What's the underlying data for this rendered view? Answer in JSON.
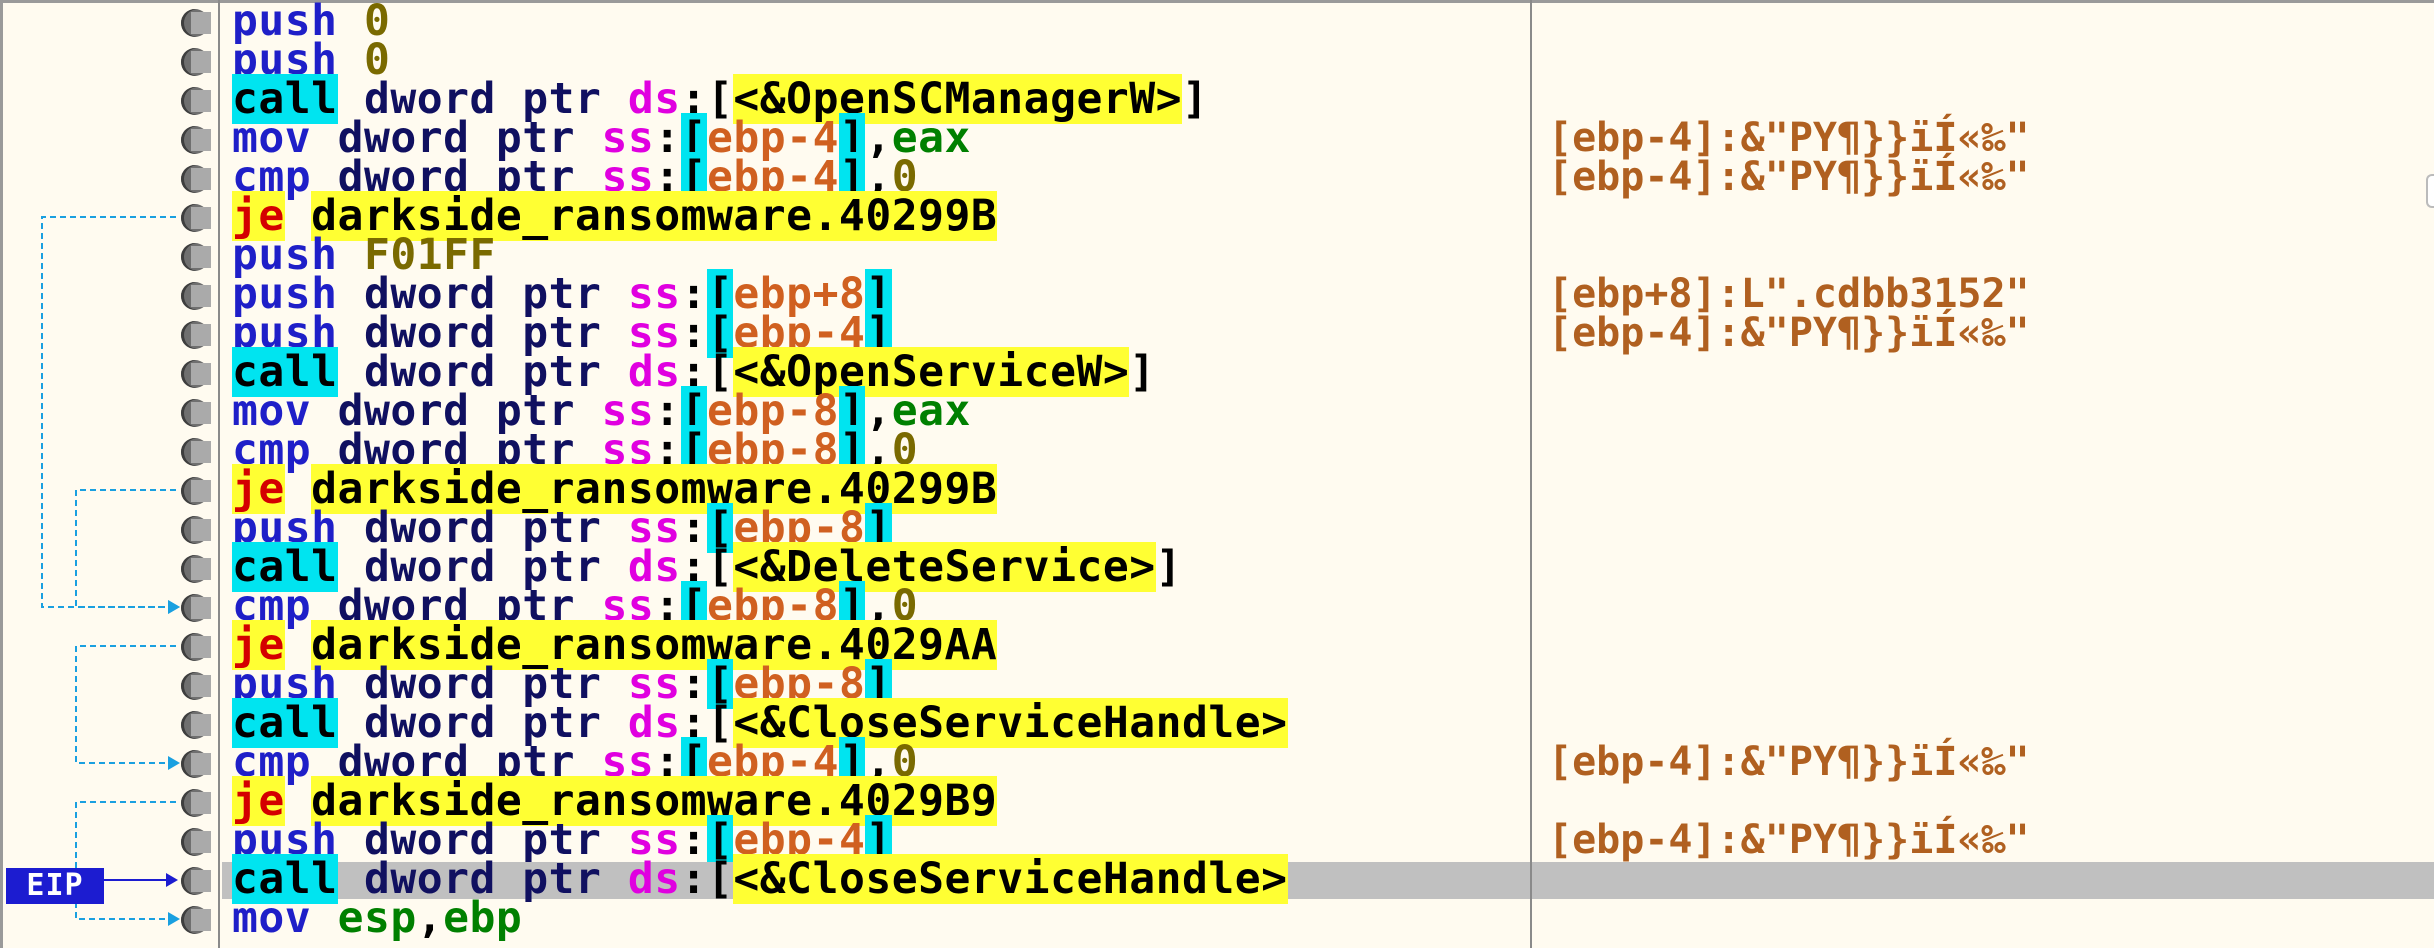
{
  "eip_label": "EIP",
  "rows": [
    {
      "mn": "push",
      "ops": [
        [
          "num",
          "0"
        ]
      ],
      "comment": ""
    },
    {
      "mn": "push",
      "ops": [
        [
          "num",
          "0"
        ]
      ],
      "comment": ""
    },
    {
      "mn": "call",
      "ops": [
        [
          "kw",
          "dword ptr "
        ],
        [
          "seg",
          "ds"
        ],
        [
          "plain",
          ":["
        ],
        [
          "ref",
          "<&OpenSCManagerW>"
        ],
        [
          "plain",
          "]"
        ]
      ],
      "comment": ""
    },
    {
      "mn": "mov",
      "ops": [
        [
          "kw",
          "dword ptr "
        ],
        [
          "seg",
          "ss"
        ],
        [
          "plain",
          ":"
        ],
        [
          "brk",
          "["
        ],
        [
          "basecol",
          "ebp-4"
        ],
        [
          "brk",
          "]"
        ],
        [
          "plain",
          ","
        ],
        [
          "reg",
          "eax"
        ]
      ],
      "comment": "[ebp-4]:&\"PY¶}}ïÍ«‰\""
    },
    {
      "mn": "cmp",
      "ops": [
        [
          "kw",
          "dword ptr "
        ],
        [
          "seg",
          "ss"
        ],
        [
          "plain",
          ":"
        ],
        [
          "brk",
          "["
        ],
        [
          "basecol",
          "ebp-4"
        ],
        [
          "brk",
          "]"
        ],
        [
          "plain",
          ","
        ],
        [
          "num",
          "0"
        ]
      ],
      "comment": "[ebp-4]:&\"PY¶}}ïÍ«‰\""
    },
    {
      "mn": "je",
      "ops": [
        [
          "ref",
          "darkside_ransomware.40299B"
        ]
      ],
      "comment": ""
    },
    {
      "mn": "push",
      "ops": [
        [
          "num",
          "F01FF"
        ]
      ],
      "comment": ""
    },
    {
      "mn": "push",
      "ops": [
        [
          "kw",
          "dword ptr "
        ],
        [
          "seg",
          "ss"
        ],
        [
          "plain",
          ":"
        ],
        [
          "brk",
          "["
        ],
        [
          "basecol",
          "ebp+8"
        ],
        [
          "brk",
          "]"
        ]
      ],
      "comment": "[ebp+8]:L\".cdbb3152\""
    },
    {
      "mn": "push",
      "ops": [
        [
          "kw",
          "dword ptr "
        ],
        [
          "seg",
          "ss"
        ],
        [
          "plain",
          ":"
        ],
        [
          "brk",
          "["
        ],
        [
          "basecol",
          "ebp-4"
        ],
        [
          "brk",
          "]"
        ]
      ],
      "comment": "[ebp-4]:&\"PY¶}}ïÍ«‰\""
    },
    {
      "mn": "call",
      "ops": [
        [
          "kw",
          "dword ptr "
        ],
        [
          "seg",
          "ds"
        ],
        [
          "plain",
          ":["
        ],
        [
          "ref",
          "<&OpenServiceW>"
        ],
        [
          "plain",
          "]"
        ]
      ],
      "comment": ""
    },
    {
      "mn": "mov",
      "ops": [
        [
          "kw",
          "dword ptr "
        ],
        [
          "seg",
          "ss"
        ],
        [
          "plain",
          ":"
        ],
        [
          "brk",
          "["
        ],
        [
          "basecol",
          "ebp-8"
        ],
        [
          "brk",
          "]"
        ],
        [
          "plain",
          ","
        ],
        [
          "reg",
          "eax"
        ]
      ],
      "comment": ""
    },
    {
      "mn": "cmp",
      "ops": [
        [
          "kw",
          "dword ptr "
        ],
        [
          "seg",
          "ss"
        ],
        [
          "plain",
          ":"
        ],
        [
          "brk",
          "["
        ],
        [
          "basecol",
          "ebp-8"
        ],
        [
          "brk",
          "]"
        ],
        [
          "plain",
          ","
        ],
        [
          "num",
          "0"
        ]
      ],
      "comment": ""
    },
    {
      "mn": "je",
      "ops": [
        [
          "ref",
          "darkside_ransomware.40299B"
        ]
      ],
      "comment": ""
    },
    {
      "mn": "push",
      "ops": [
        [
          "kw",
          "dword ptr "
        ],
        [
          "seg",
          "ss"
        ],
        [
          "plain",
          ":"
        ],
        [
          "brk",
          "["
        ],
        [
          "basecol",
          "ebp-8"
        ],
        [
          "brk",
          "]"
        ]
      ],
      "comment": ""
    },
    {
      "mn": "call",
      "ops": [
        [
          "kw",
          "dword ptr "
        ],
        [
          "seg",
          "ds"
        ],
        [
          "plain",
          ":["
        ],
        [
          "ref",
          "<&DeleteService>"
        ],
        [
          "plain",
          "]"
        ]
      ],
      "comment": ""
    },
    {
      "mn": "cmp",
      "ops": [
        [
          "kw",
          "dword ptr "
        ],
        [
          "seg",
          "ss"
        ],
        [
          "plain",
          ":"
        ],
        [
          "brk",
          "["
        ],
        [
          "basecol",
          "ebp-8"
        ],
        [
          "brk",
          "]"
        ],
        [
          "plain",
          ","
        ],
        [
          "num",
          "0"
        ]
      ],
      "comment": ""
    },
    {
      "mn": "je",
      "ops": [
        [
          "ref",
          "darkside_ransomware.4029AA"
        ]
      ],
      "comment": ""
    },
    {
      "mn": "push",
      "ops": [
        [
          "kw",
          "dword ptr "
        ],
        [
          "seg",
          "ss"
        ],
        [
          "plain",
          ":"
        ],
        [
          "brk",
          "["
        ],
        [
          "basecol",
          "ebp-8"
        ],
        [
          "brk",
          "]"
        ]
      ],
      "comment": ""
    },
    {
      "mn": "call",
      "ops": [
        [
          "kw",
          "dword ptr "
        ],
        [
          "seg",
          "ds"
        ],
        [
          "plain",
          ":["
        ],
        [
          "ref",
          "<&CloseServiceHandle>"
        ]
      ],
      "comment": ""
    },
    {
      "mn": "cmp",
      "ops": [
        [
          "kw",
          "dword ptr "
        ],
        [
          "seg",
          "ss"
        ],
        [
          "plain",
          ":"
        ],
        [
          "brk",
          "["
        ],
        [
          "basecol",
          "ebp-4"
        ],
        [
          "brk",
          "]"
        ],
        [
          "plain",
          ","
        ],
        [
          "num",
          "0"
        ]
      ],
      "comment": "[ebp-4]:&\"PY¶}}ïÍ«‰\""
    },
    {
      "mn": "je",
      "ops": [
        [
          "ref",
          "darkside_ransomware.4029B9"
        ]
      ],
      "comment": ""
    },
    {
      "mn": "push",
      "ops": [
        [
          "kw",
          "dword ptr "
        ],
        [
          "seg",
          "ss"
        ],
        [
          "plain",
          ":"
        ],
        [
          "brk",
          "["
        ],
        [
          "basecol",
          "ebp-4"
        ],
        [
          "brk",
          "]"
        ]
      ],
      "comment": "[ebp-4]:&\"PY¶}}ïÍ«‰\""
    },
    {
      "mn": "call",
      "ops": [
        [
          "kw",
          "dword ptr "
        ],
        [
          "seg",
          "ds"
        ],
        [
          "plain",
          ":["
        ],
        [
          "ref",
          "<&CloseServiceHandle>"
        ]
      ],
      "comment": "",
      "eip": true
    },
    {
      "mn": "mov",
      "ops": [
        [
          "reg",
          "esp"
        ],
        [
          "plain",
          ","
        ],
        [
          "reg",
          "ebp"
        ]
      ],
      "comment": ""
    }
  ],
  "colors": {
    "background": "#fffbf0",
    "call_bg": "#00e4f0",
    "je_bg": "#ffff33",
    "eip_badge": "#1c1cd0",
    "eip_row": "#c0c0c0",
    "comment": "#b06020"
  }
}
